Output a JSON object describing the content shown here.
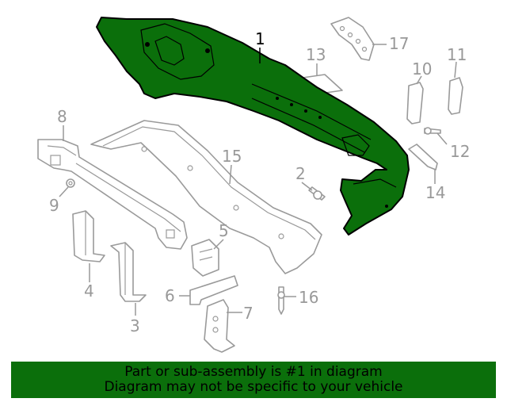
{
  "diagram": {
    "callouts": {
      "c1": "1",
      "c2": "2",
      "c3": "3",
      "c4": "4",
      "c5": "5",
      "c6": "6",
      "c7": "7",
      "c8": "8",
      "c9": "9",
      "c10": "10",
      "c11": "11",
      "c12": "12",
      "c13": "13",
      "c14": "14",
      "c15": "15",
      "c16": "16",
      "c17": "17"
    },
    "highlight_color": "#0b6f0b",
    "callout_color": "#999999"
  },
  "banner": {
    "line1": "Part or sub-assembly is #1 in diagram",
    "line2": "Diagram may not be specific to your vehicle"
  }
}
